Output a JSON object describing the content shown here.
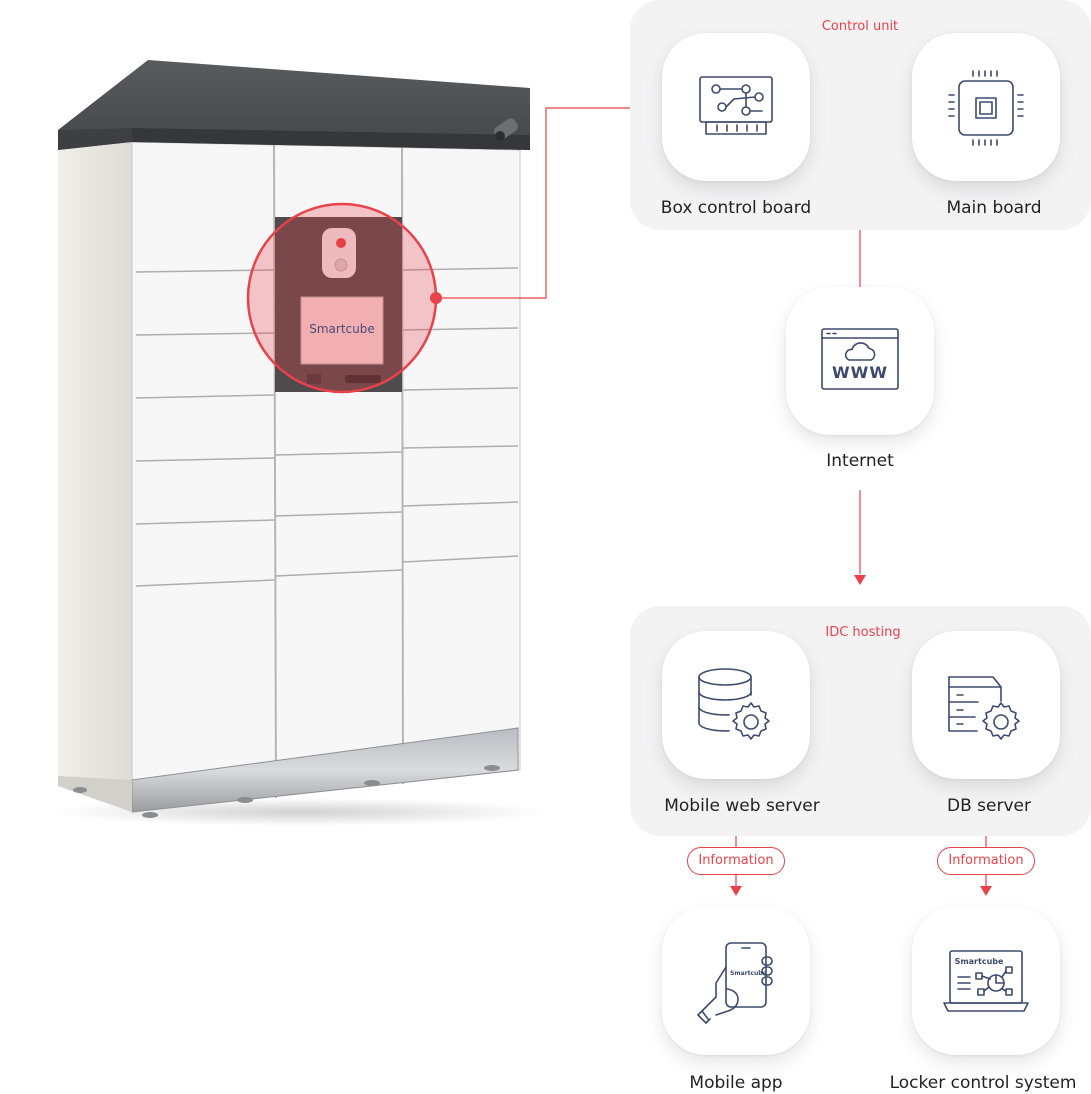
{
  "groups": {
    "control_unit": "Control unit",
    "idc_hosting": "IDC hosting"
  },
  "nodes": {
    "box_control_board": "Box control board",
    "main_board": "Main board",
    "internet": "Internet",
    "mobile_web_server": "Mobile web server",
    "db_server": "DB server",
    "mobile_app": "Mobile app",
    "locker_control_system": "Locker control system"
  },
  "edges": {
    "info_left": "Information",
    "info_right": "Information"
  },
  "branding": {
    "screen_logo": "Smartcube",
    "app_logo": "Smartcube",
    "system_logo": "Smartcube",
    "www_text": "WWW"
  },
  "icons": {
    "box_control_board": "circuit-board-icon",
    "main_board": "chip-icon",
    "internet": "browser-globe-icon",
    "mobile_web_server": "database-gear-icon",
    "db_server": "server-gear-icon",
    "mobile_app": "hand-phone-icon",
    "locker_control_system": "laptop-dashboard-icon"
  },
  "colors": {
    "accent": "#e8424b",
    "icon_stroke": "#3c4a6e",
    "group_bg": "#f3f3f4"
  }
}
